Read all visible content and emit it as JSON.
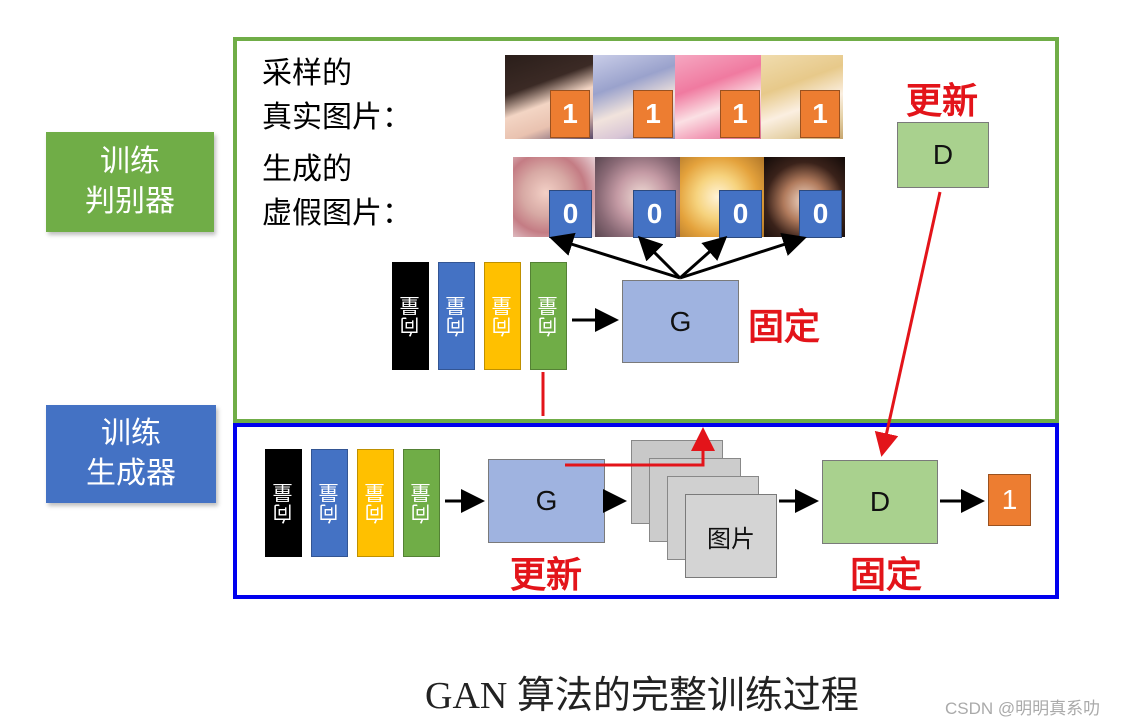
{
  "side_labels": {
    "train_discriminator": "训练\n判别器",
    "train_generator": "训练\n生成器"
  },
  "discriminator_stage": {
    "real_label": "采样的\n真实图片：",
    "fake_label": "生成的\n虚假图片：",
    "real_scores": [
      "1",
      "1",
      "1",
      "1"
    ],
    "fake_scores": [
      "0",
      "0",
      "0",
      "0"
    ],
    "vector_label": "向量",
    "generator_box": "G",
    "generator_status": "固定",
    "discriminator_box": "D",
    "discriminator_status": "更新"
  },
  "generator_stage": {
    "vector_label": "向量",
    "generator_box": "G",
    "generator_status": "更新",
    "image_box": "图片",
    "discriminator_box": "D",
    "discriminator_status": "固定",
    "output_score": "1"
  },
  "colors": {
    "green": "#70ad47",
    "blue": "#4472c4",
    "gold": "#ffc000",
    "black": "#000000",
    "orange": "#ed7d31",
    "red": "#e3141a",
    "g_box": "#9fb3e0",
    "d_box": "#a9d18e",
    "frame_green": "#70ad47",
    "frame_blue": "#0000ee"
  },
  "caption": "GAN 算法的完整训练过程",
  "watermark": "CSDN @明明真系叻"
}
